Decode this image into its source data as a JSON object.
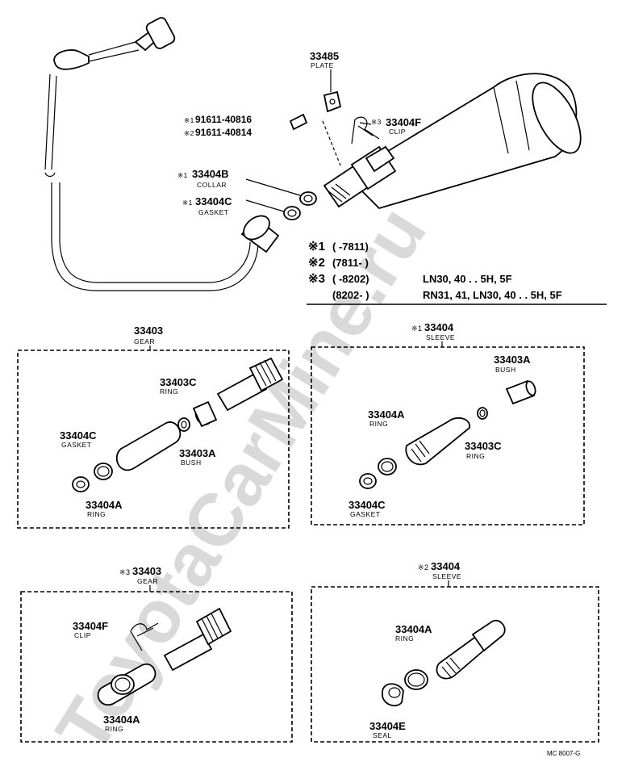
{
  "watermark": "ToyotaCarMine.ru",
  "diagram_code": "MC 8007-G",
  "top_parts": {
    "plate": {
      "pn": "33485",
      "name": "PLATE"
    },
    "screw_1": {
      "mark": "※1",
      "pn": "91611-40816"
    },
    "screw_2": {
      "mark": "※2",
      "pn": "91611-40814"
    },
    "clip": {
      "mark": "※3",
      "pn": "33404F",
      "name": "CLIP"
    },
    "collar": {
      "mark": "※1",
      "pn": "33404B",
      "name": "COLLAR"
    },
    "gasket": {
      "mark": "※1",
      "pn": "33404C",
      "name": "GASKET"
    }
  },
  "legend": {
    "row1": {
      "mark": "※1",
      "range": "(        -7811)",
      "models": ""
    },
    "row2": {
      "mark": "※2",
      "range": "(7811-        )",
      "models": ""
    },
    "row3": {
      "mark": "※3",
      "range": "(        -8202)",
      "models": "LN30, 40 . . 5H, 5F"
    },
    "row4": {
      "mark": "",
      "range": "(8202-        )",
      "models": "RN31, 41, LN30, 40 . . 5H, 5F"
    }
  },
  "box1": {
    "title": {
      "mark": "",
      "pn": "33403",
      "name": "GEAR"
    },
    "ring_top": {
      "pn": "33403C",
      "name": "RING"
    },
    "gasket": {
      "pn": "33404C",
      "name": "GASKET"
    },
    "bush": {
      "pn": "33403A",
      "name": "BUSH"
    },
    "ring_bottom": {
      "pn": "33404A",
      "name": "RING"
    }
  },
  "box2": {
    "title": {
      "mark": "※1",
      "pn": "33404",
      "name": "SLEEVE"
    },
    "bush": {
      "pn": "33403A",
      "name": "BUSH"
    },
    "ring": {
      "pn": "33404A",
      "name": "RING"
    },
    "ring_small": {
      "pn": "33403C",
      "name": "RING"
    },
    "gasket": {
      "pn": "33404C",
      "name": "GASKET"
    }
  },
  "box3": {
    "title": {
      "mark": "※3",
      "pn": "33403",
      "name": "GEAR"
    },
    "clip": {
      "pn": "33404F",
      "name": "CLIP"
    },
    "ring": {
      "pn": "33404A",
      "name": "RING"
    }
  },
  "box4": {
    "title": {
      "mark": "※2",
      "pn": "33404",
      "name": "SLEEVE"
    },
    "ring": {
      "pn": "33404A",
      "name": "RING"
    },
    "seal": {
      "pn": "33404E",
      "name": "SEAL"
    }
  },
  "colors": {
    "ink": "#000000",
    "paper": "#ffffff",
    "watermark": "#d9d9d9"
  }
}
